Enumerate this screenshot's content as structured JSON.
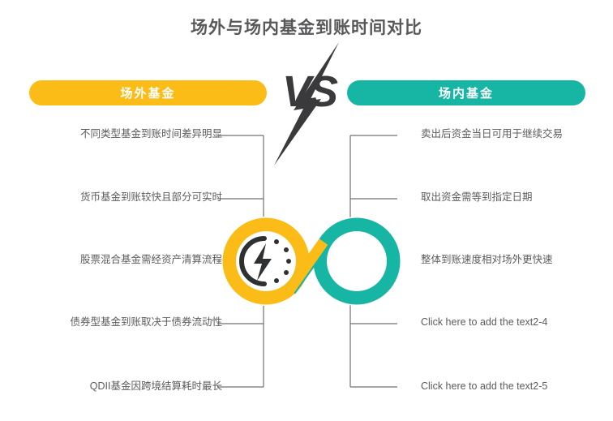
{
  "title": "场外与场内基金到账时间对比",
  "colors": {
    "yellow": "#fbbc17",
    "teal": "#16b5a4",
    "dark": "#2f3032",
    "title_gray": "#58595b",
    "text_gray": "#5b5c5e",
    "line_gray": "#6f7175"
  },
  "center": {
    "vs_label": "VS",
    "left_icon": "speed-clock-lightning-icon",
    "right_icon": "speed-clock-lightning-icon"
  },
  "left": {
    "banner_label": "场外基金",
    "items": [
      {
        "text": "不同类型基金到账时间差异明显"
      },
      {
        "text": "货币基金到账较快且部分可实时"
      },
      {
        "text": "股票混合基金需经资产清算流程"
      },
      {
        "text": "债券型基金到账取决于债券流动性"
      },
      {
        "text": "QDII基金因跨境结算耗时最长"
      }
    ]
  },
  "right": {
    "banner_label": "场内基金",
    "items": [
      {
        "text": "卖出后资金当日可用于继续交易"
      },
      {
        "text": "取出资金需等到指定日期"
      },
      {
        "text": "整体到账速度相对场外更快速"
      },
      {
        "text": "Click here to add the text2-4"
      },
      {
        "text": "Click here to add the text2-5"
      }
    ]
  }
}
